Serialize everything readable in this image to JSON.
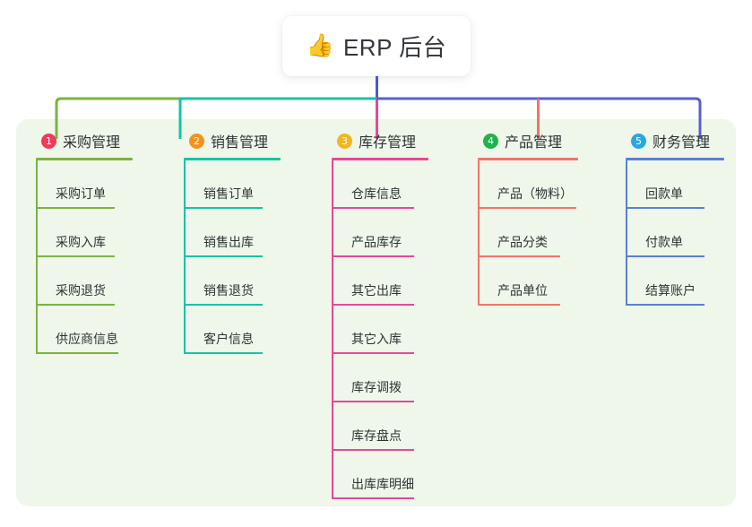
{
  "diagram": {
    "type": "mind-map",
    "root": {
      "icon": "thumbs-up-icon",
      "emoji": "👍",
      "title": "ERP 后台"
    },
    "panel_color": "#eef7e9",
    "trunk_color": "#4a5bd0",
    "branches": [
      {
        "number": "1",
        "title": "采购管理",
        "badge_color": "#ef3b5b",
        "line_color": "#7cb342",
        "items": [
          {
            "label": "采购订单"
          },
          {
            "label": "采购入库"
          },
          {
            "label": "采购退货"
          },
          {
            "label": "供应商信息"
          }
        ]
      },
      {
        "number": "2",
        "title": "销售管理",
        "badge_color": "#f5921e",
        "line_color": "#18c3a5",
        "items": [
          {
            "label": "销售订单"
          },
          {
            "label": "销售出库"
          },
          {
            "label": "销售退货"
          },
          {
            "label": "客户信息"
          }
        ]
      },
      {
        "number": "3",
        "title": "库存管理",
        "badge_color": "#f5b51e",
        "line_color": "#e8479b",
        "items": [
          {
            "label": "仓库信息"
          },
          {
            "label": "产品库存"
          },
          {
            "label": "其它出库"
          },
          {
            "label": "其它入库"
          },
          {
            "label": "库存调拨"
          },
          {
            "label": "库存盘点"
          },
          {
            "label": "出库库明细"
          }
        ]
      },
      {
        "number": "4",
        "title": "产品管理",
        "badge_color": "#21b14b",
        "line_color": "#f4736b",
        "items": [
          {
            "label": "产品（物料）"
          },
          {
            "label": "产品分类"
          },
          {
            "label": "产品单位"
          }
        ]
      },
      {
        "number": "5",
        "title": "财务管理",
        "badge_color": "#29a7e1",
        "line_color": "#5b7fd4",
        "items": [
          {
            "label": "回款单"
          },
          {
            "label": "付款单"
          },
          {
            "label": "结算账户"
          }
        ]
      }
    ]
  }
}
